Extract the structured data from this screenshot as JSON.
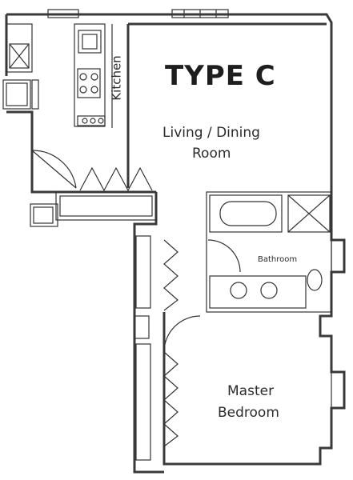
{
  "plan": {
    "title": "TYPE C",
    "rooms": {
      "kitchen": "Kitchen",
      "living_line1": "Living / Dining",
      "living_line2": "Room",
      "bathroom": "Bathroom",
      "master_line1": "Master",
      "master_line2": "Bedroom"
    }
  }
}
